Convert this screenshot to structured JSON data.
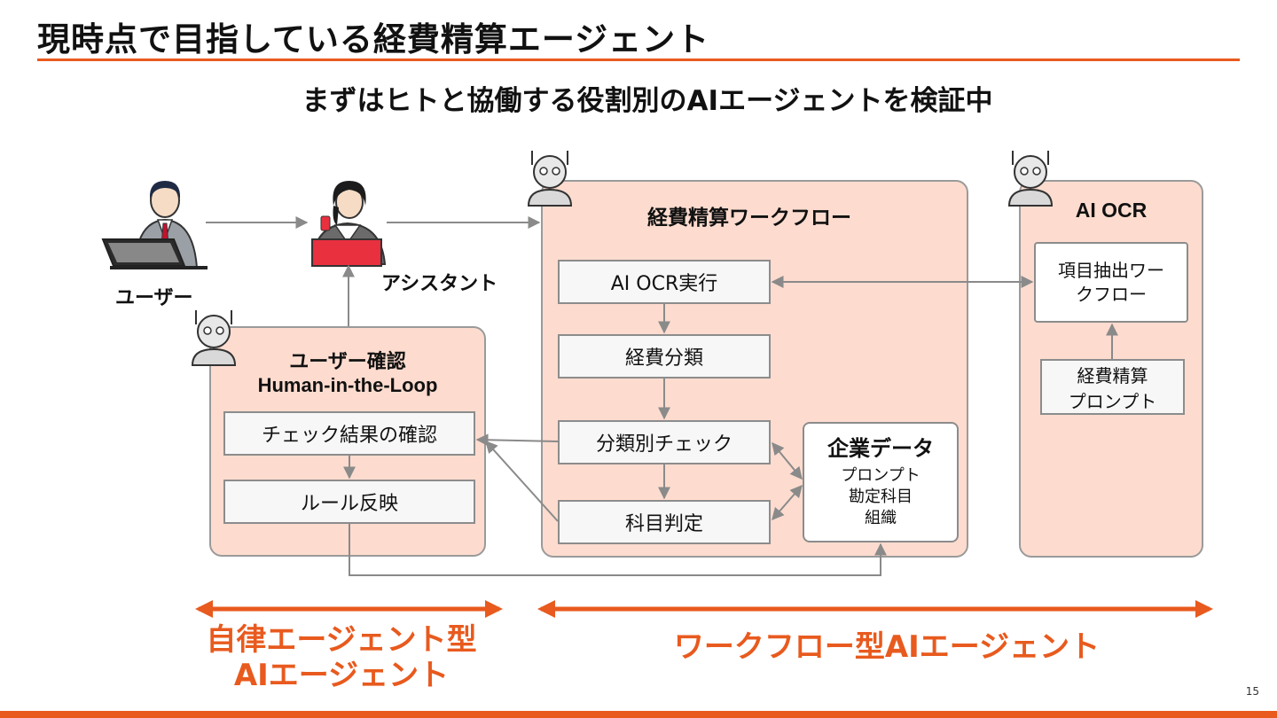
{
  "title": "現時点で目指している経費精算エージェント",
  "subtitle": "まずはヒトと協働する役割別のAIエージェントを検証中",
  "actors": {
    "user_label": "ユーザー",
    "assistant_label": "アシスタント"
  },
  "human_loop": {
    "title": "ユーザー確認",
    "subtitle": "Human-in-the-Loop",
    "steps": [
      "チェック結果の確認",
      "ルール反映"
    ]
  },
  "workflow": {
    "title": "経費精算ワークフロー",
    "steps": [
      "AI OCR実行",
      "経費分類",
      "分類別チェック",
      "科目判定"
    ],
    "company_data": {
      "title": "企業データ",
      "items": [
        "プロンプト",
        "勘定科目",
        "組織"
      ]
    }
  },
  "ai_ocr": {
    "title": "AI OCR",
    "extract_label": "項目抽出ワークフロー",
    "extract_lines": [
      "項目抽出ワー",
      "クフロー"
    ],
    "prompt_label": "経費精算プロンプト",
    "prompt_lines": [
      "経費精算",
      "プロンプト"
    ]
  },
  "categories": {
    "autonomous_lines": [
      "自律エージェント型",
      "AIエージェント"
    ],
    "workflow_type": "ワークフロー型AIエージェント"
  },
  "page_number": "15",
  "colors": {
    "accent": "#e85a1e",
    "panel": "#fddccf",
    "box": "#f7f7f7",
    "border": "#8c8c8c"
  },
  "icons": [
    "businessman-laptop-icon",
    "assistant-woman-phone-icon",
    "robot-icon"
  ]
}
